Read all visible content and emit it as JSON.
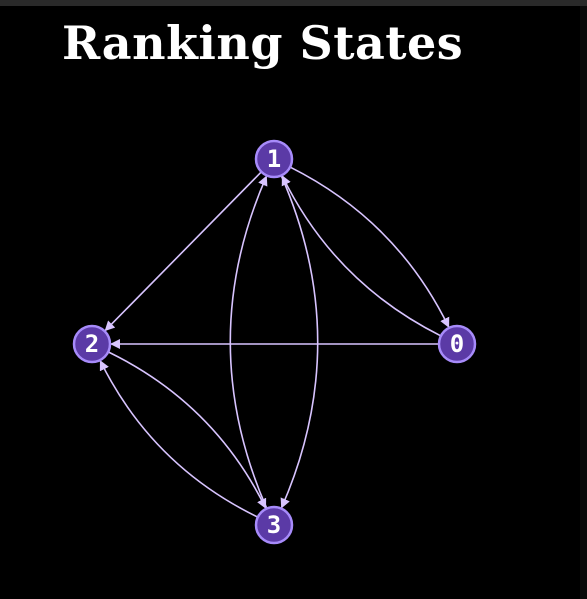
{
  "title": "Ranking States",
  "colors": {
    "background": "#000000",
    "node_fill": "#5b3aa6",
    "node_stroke": "#a78bfa",
    "edge": "#d8c4ff",
    "label": "#ffffff"
  },
  "graph": {
    "directed": true,
    "nodes": [
      {
        "id": "1",
        "label": "1"
      },
      {
        "id": "2",
        "label": "2"
      },
      {
        "id": "0",
        "label": "0"
      },
      {
        "id": "3",
        "label": "3"
      }
    ],
    "edges": [
      {
        "from": "1",
        "to": "2"
      },
      {
        "from": "0",
        "to": "2"
      },
      {
        "from": "1",
        "to": "0"
      },
      {
        "from": "0",
        "to": "1"
      },
      {
        "from": "1",
        "to": "3"
      },
      {
        "from": "3",
        "to": "1"
      },
      {
        "from": "2",
        "to": "3"
      },
      {
        "from": "3",
        "to": "2"
      }
    ]
  }
}
